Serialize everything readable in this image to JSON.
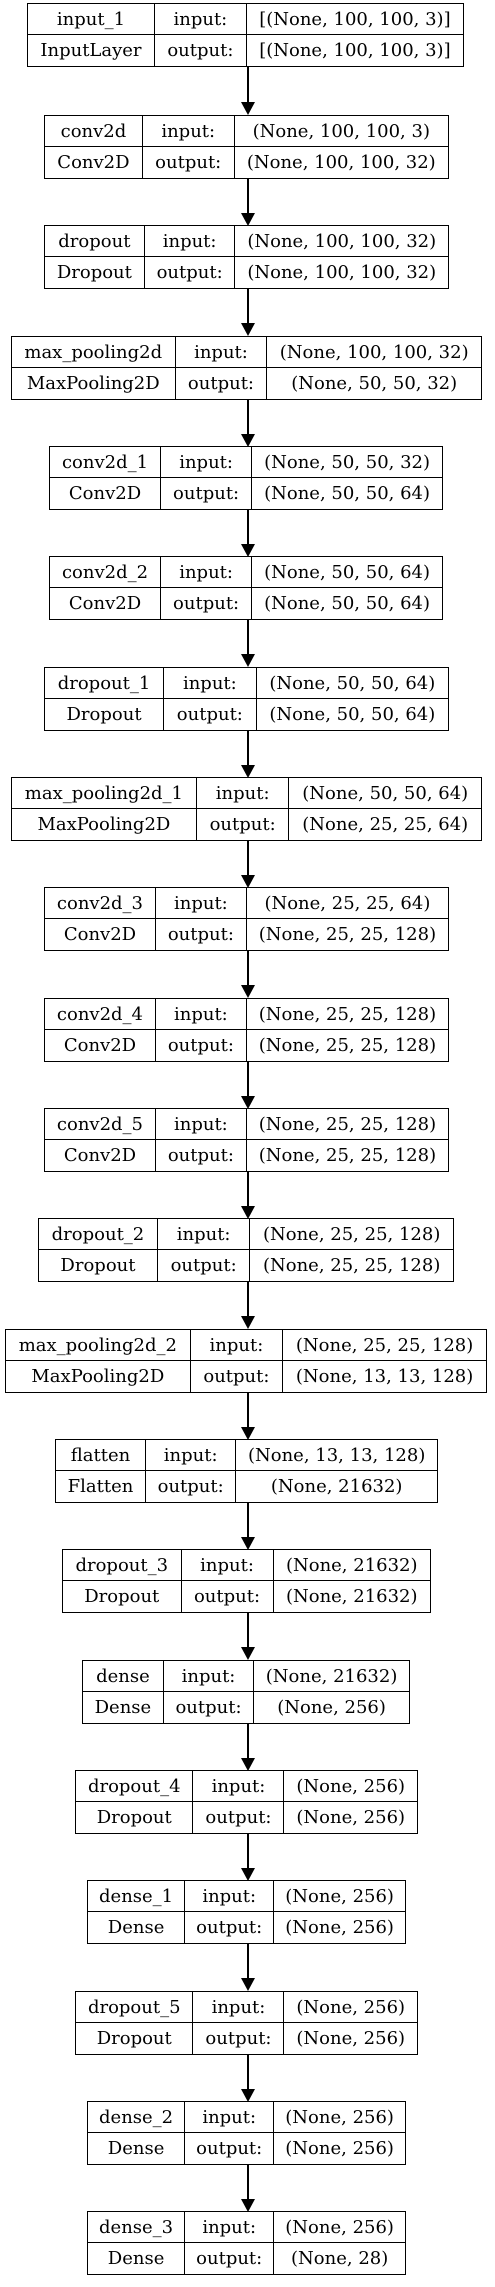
{
  "labels": {
    "input": "input:",
    "output": "output:"
  },
  "layers": [
    {
      "name": "input_1",
      "type": "InputLayer",
      "input": "[(None, 100, 100, 3)]",
      "output": "[(None, 100, 100, 3)]"
    },
    {
      "name": "conv2d",
      "type": "Conv2D",
      "input": "(None, 100, 100, 3)",
      "output": "(None, 100, 100, 32)"
    },
    {
      "name": "dropout",
      "type": "Dropout",
      "input": "(None, 100, 100, 32)",
      "output": "(None, 100, 100, 32)"
    },
    {
      "name": "max_pooling2d",
      "type": "MaxPooling2D",
      "input": "(None, 100, 100, 32)",
      "output": "(None, 50, 50, 32)"
    },
    {
      "name": "conv2d_1",
      "type": "Conv2D",
      "input": "(None, 50, 50, 32)",
      "output": "(None, 50, 50, 64)"
    },
    {
      "name": "conv2d_2",
      "type": "Conv2D",
      "input": "(None, 50, 50, 64)",
      "output": "(None, 50, 50, 64)"
    },
    {
      "name": "dropout_1",
      "type": "Dropout",
      "input": "(None, 50, 50, 64)",
      "output": "(None, 50, 50, 64)"
    },
    {
      "name": "max_pooling2d_1",
      "type": "MaxPooling2D",
      "input": "(None, 50, 50, 64)",
      "output": "(None, 25, 25, 64)"
    },
    {
      "name": "conv2d_3",
      "type": "Conv2D",
      "input": "(None, 25, 25, 64)",
      "output": "(None, 25, 25, 128)"
    },
    {
      "name": "conv2d_4",
      "type": "Conv2D",
      "input": "(None, 25, 25, 128)",
      "output": "(None, 25, 25, 128)"
    },
    {
      "name": "conv2d_5",
      "type": "Conv2D",
      "input": "(None, 25, 25, 128)",
      "output": "(None, 25, 25, 128)"
    },
    {
      "name": "dropout_2",
      "type": "Dropout",
      "input": "(None, 25, 25, 128)",
      "output": "(None, 25, 25, 128)"
    },
    {
      "name": "max_pooling2d_2",
      "type": "MaxPooling2D",
      "input": "(None, 25, 25, 128)",
      "output": "(None, 13, 13, 128)"
    },
    {
      "name": "flatten",
      "type": "Flatten",
      "input": "(None, 13, 13, 128)",
      "output": "(None, 21632)"
    },
    {
      "name": "dropout_3",
      "type": "Dropout",
      "input": "(None, 21632)",
      "output": "(None, 21632)"
    },
    {
      "name": "dense",
      "type": "Dense",
      "input": "(None, 21632)",
      "output": "(None, 256)"
    },
    {
      "name": "dropout_4",
      "type": "Dropout",
      "input": "(None, 256)",
      "output": "(None, 256)"
    },
    {
      "name": "dense_1",
      "type": "Dense",
      "input": "(None, 256)",
      "output": "(None, 256)"
    },
    {
      "name": "dropout_5",
      "type": "Dropout",
      "input": "(None, 256)",
      "output": "(None, 256)"
    },
    {
      "name": "dense_2",
      "type": "Dense",
      "input": "(None, 256)",
      "output": "(None, 256)"
    },
    {
      "name": "dense_3",
      "type": "Dense",
      "input": "(None, 256)",
      "output": "(None, 28)"
    }
  ]
}
